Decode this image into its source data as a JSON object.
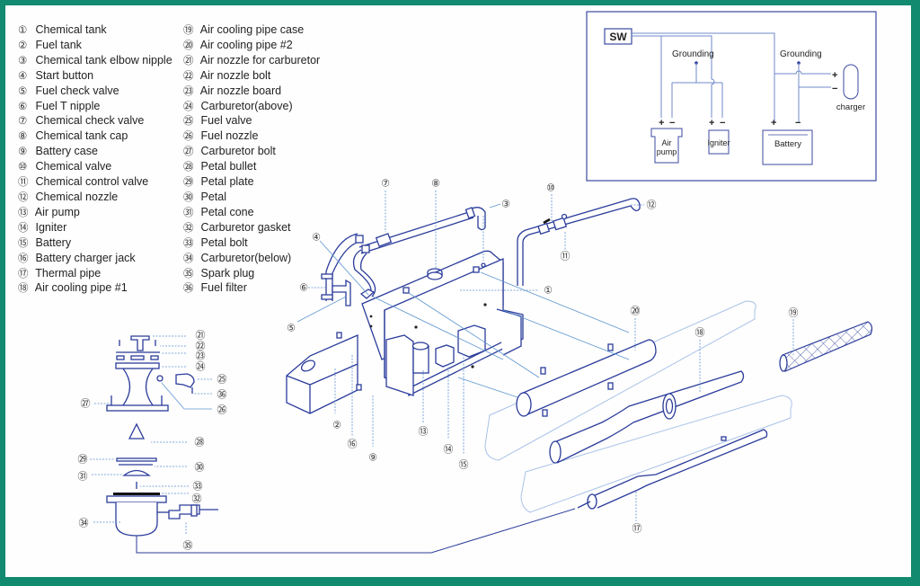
{
  "frame_color": "#128a70",
  "line_color": "#2b3c9a",
  "legend": {
    "items": [
      {
        "num": "1",
        "label": "Chemical tank"
      },
      {
        "num": "2",
        "label": "Fuel tank"
      },
      {
        "num": "3",
        "label": "Chemical tank elbow nipple"
      },
      {
        "num": "4",
        "label": "Start button"
      },
      {
        "num": "5",
        "label": "Fuel check valve"
      },
      {
        "num": "6",
        "label": "Fuel T nipple"
      },
      {
        "num": "7",
        "label": "Chemical check valve"
      },
      {
        "num": "8",
        "label": "Chemical tank cap"
      },
      {
        "num": "9",
        "label": "Battery case"
      },
      {
        "num": "10",
        "label": "Chemical valve"
      },
      {
        "num": "11",
        "label": "Chemical control valve"
      },
      {
        "num": "12",
        "label": "Chemical nozzle"
      },
      {
        "num": "13",
        "label": "Air pump"
      },
      {
        "num": "14",
        "label": "Igniter"
      },
      {
        "num": "15",
        "label": "Battery"
      },
      {
        "num": "16",
        "label": "Battery charger jack"
      },
      {
        "num": "17",
        "label": "Thermal pipe"
      },
      {
        "num": "18",
        "label": "Air cooling pipe #1"
      },
      {
        "num": "19",
        "label": "Air cooling pipe case"
      },
      {
        "num": "20",
        "label": "Air cooling pipe #2"
      },
      {
        "num": "21",
        "label": "Air nozzle for carburetor"
      },
      {
        "num": "22",
        "label": "Air nozzle bolt"
      },
      {
        "num": "23",
        "label": "Air nozzle board"
      },
      {
        "num": "24",
        "label": "Carburetor(above)"
      },
      {
        "num": "25",
        "label": "Fuel valve"
      },
      {
        "num": "26",
        "label": "Fuel nozzle"
      },
      {
        "num": "27",
        "label": "Carburetor bolt"
      },
      {
        "num": "28",
        "label": "Petal bullet"
      },
      {
        "num": "29",
        "label": "Petal plate"
      },
      {
        "num": "30",
        "label": "Petal"
      },
      {
        "num": "31",
        "label": "Petal cone"
      },
      {
        "num": "32",
        "label": "Carburetor gasket"
      },
      {
        "num": "33",
        "label": "Petal bolt"
      },
      {
        "num": "34",
        "label": "Carburetor(below)"
      },
      {
        "num": "35",
        "label": "Spark plug"
      },
      {
        "num": "36",
        "label": "Fuel filter"
      }
    ]
  },
  "wiring": {
    "switch_label": "SW",
    "grounding_left": "Grounding",
    "grounding_right": "Grounding",
    "plus": "+",
    "minus": "−",
    "air_pump_line1": "Air",
    "air_pump_line2": "pump",
    "igniter": "Igniter",
    "battery": "Battery",
    "charger": "charger"
  },
  "callouts": {
    "c1": "①",
    "c2": "②",
    "c3": "③",
    "c4": "④",
    "c5": "⑤",
    "c6": "⑥",
    "c7": "⑦",
    "c8": "⑧",
    "c9": "⑨",
    "c10": "⑩",
    "c11": "⑪",
    "c12": "⑫",
    "c13": "⑬",
    "c14": "⑭",
    "c15": "⑮",
    "c16": "⑯",
    "c17": "⑰",
    "c18": "⑱",
    "c19": "⑲",
    "c20": "⑳",
    "c21": "㉑",
    "c22": "㉒",
    "c23": "㉓",
    "c24": "㉔",
    "c25": "㉕",
    "c26": "㉖",
    "c27": "㉗",
    "c28": "㉘",
    "c29": "㉙",
    "c30": "㉚",
    "c31": "㉛",
    "c32": "㉜",
    "c33": "㉝",
    "c34": "㉞",
    "c35": "㉟",
    "c36": "㊱"
  }
}
